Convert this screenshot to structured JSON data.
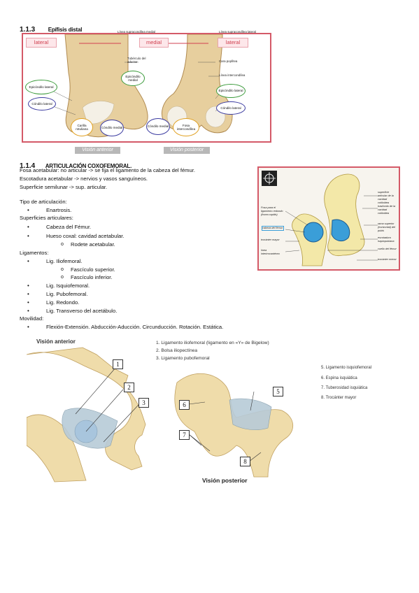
{
  "section_1": {
    "number": "1.1.3",
    "title": "Epífisis distal"
  },
  "fig1": {
    "top_labels": [
      "Línea supracondílea medial",
      "Línea supracondílea lateral"
    ],
    "tabs": [
      "lateral",
      "medial",
      "lateral"
    ],
    "labels": {
      "tuberculo": "Tubérculo del aductor",
      "epi_medial_top": "Epicóndilo medial",
      "cara_poplitea": "Cara poplítea",
      "linea_inter": "Línea intercondílea",
      "epi_lateral_left": "Epicóndilo lateral",
      "condilo_lateral_left": "Cóndilo lateral",
      "carilla": "Carilla rotuliana",
      "condilo_medial_mid": "Cóndilo medial",
      "condilo_medial_right": "Cóndilo medial",
      "fosa": "Fosa intercondílea",
      "epi_lateral_right": "Epicóndilo lateral",
      "condilo_lateral_right": "Cóndilo lateral"
    },
    "captions": [
      "Visión anterior",
      "Visión posterior"
    ]
  },
  "section_2": {
    "number": "1.1.4",
    "title": "ARTICULACIÓN COXOFEMORAL."
  },
  "intro_lines": [
    "Fosa acetabular: no articular -> se fija el ligamento de la cabeza del fémur.",
    "Escotadura acetabular -> nervios y vasos sanguíneos.",
    "Superficie semilunar -> sup. articular."
  ],
  "tipo": {
    "heading": "Tipo de articulación:",
    "items": [
      "Enartrosis."
    ]
  },
  "superficies": {
    "heading": "Superficies articulares:",
    "items": [
      "Cabeza del Fémur.",
      "Hueso coxal: cavidad acetabular."
    ],
    "sub": [
      "Rodete acetabular."
    ]
  },
  "ligamentos": {
    "heading": "Ligamentos:",
    "first": "Lig. Iliofemoral.",
    "sub": [
      "Fascículo superior.",
      "Fascículo inferior."
    ],
    "rest": [
      "Lig. Isquiofemoral.",
      "Lig. Pubofemoral.",
      "Lig. Redondo.",
      "Lig. Transverso del acetábulo."
    ]
  },
  "movilidad": {
    "heading": "Movilidad:",
    "items": [
      "Flexión-Extensión. Abducción-Aducción. Circunducción. Rotación. Estática."
    ]
  },
  "fig2": {
    "left_labels": [
      "Fosa para el ligamento redondo (fovea capitis)",
      "cabeza del fémur",
      "trocánter mayor",
      "línea intertrocantérea"
    ],
    "right_labels": [
      "superficie articular de la cavidad cotiloidea",
      "trasfondo de la cavidad cotiloidea",
      "rama superior (horizontal) del pubis",
      "escotadura isquiopubiana",
      "cuello del fémur",
      "trocánter menor"
    ]
  },
  "fig3": {
    "title": "Visión anterior",
    "legend": [
      "1. Ligamento iliofemoral (ligamento en «Y» de Bigelow)",
      "2. Bolsa iliopectínea",
      "3. Ligamento pubofemoral"
    ],
    "numbers": [
      "1",
      "2",
      "3",
      "6",
      "7",
      "5",
      "8"
    ],
    "bottom_title": "Visión posterior",
    "right_legend": [
      "5. Ligamento isquiofemoral",
      "6. Espina isquiática",
      "7. Tuberosidad isquiática",
      "8. Trocánter mayor"
    ]
  }
}
